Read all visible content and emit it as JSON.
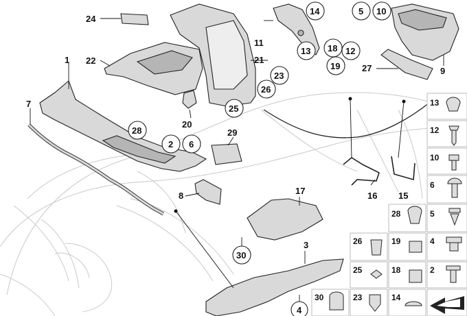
{
  "labels": {
    "l1": "1",
    "l2": "2",
    "l3": "3",
    "l4": "4",
    "l5": "5",
    "l6": "6",
    "l7": "7",
    "l8": "8",
    "l9": "9",
    "l10": "10",
    "l11": "11",
    "l12": "12",
    "l13": "13",
    "l14": "14",
    "l15": "15",
    "l16": "16",
    "l17": "17",
    "l18": "18",
    "l19": "19",
    "l20": "20",
    "l21": "21",
    "l22": "22",
    "l23": "23",
    "l24": "24",
    "l25": "25",
    "l26": "26",
    "l27": "27",
    "l28": "28",
    "l29": "29",
    "l30": "30"
  },
  "colors": {
    "line": "#222222",
    "ghost": "#c9c9c9",
    "part_fill": "#d9d9d9",
    "part_fill_dark": "#b5b5b5",
    "grid_border": "#bbbbbb"
  },
  "icons": {
    "arrow": "arrow-icon"
  }
}
